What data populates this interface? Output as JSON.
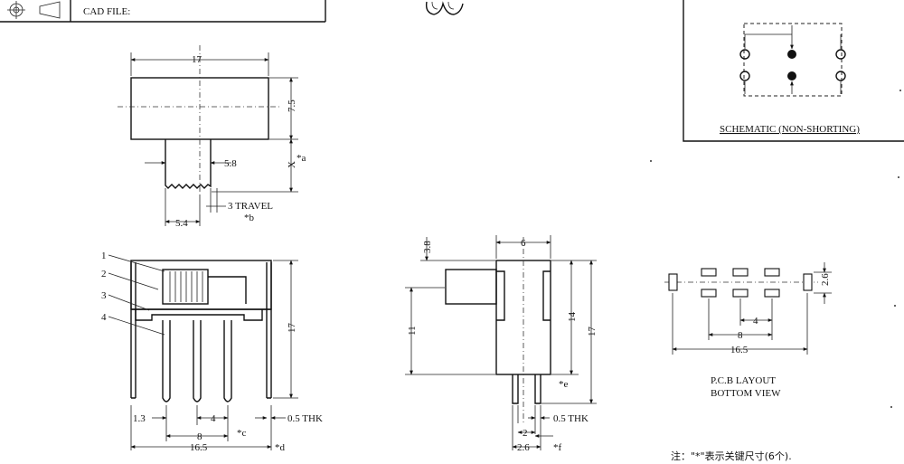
{
  "title_block": {
    "cad_file_label": "CAD FILE:"
  },
  "top_view": {
    "dim_width": "17",
    "dim_height": "7.5",
    "dim_actuator_width": "5.8",
    "dim_x": "X",
    "key_a": "*a",
    "dim_actuator_offset": "5.4",
    "travel": "3 TRAVEL",
    "key_b": "*b"
  },
  "front_view": {
    "callouts": [
      "1",
      "2",
      "3",
      "4"
    ],
    "dim_height": "17",
    "dim_left": "1.3",
    "dim_pitch_span": "8",
    "dim_pitch": "4",
    "key_c": "*c",
    "dim_thk": "0.5 THK",
    "dim_total": "16.5",
    "key_d": "*d"
  },
  "side_view": {
    "dim_top": "6",
    "dim_actuator": "3.8",
    "dim_11": "11",
    "dim_14": "14",
    "dim_17": "17",
    "key_e": "*e",
    "dim_thk": "0.5 THK",
    "dim_2": "2",
    "dim_26": "2.6",
    "key_f": "*f"
  },
  "schematic": {
    "label": "SCHEMATIC (NON-SHORTING)"
  },
  "pcb": {
    "dim_pitch": "4",
    "dim_span": "8",
    "dim_total": "16.5",
    "dim_row": "2.6",
    "label_line1": "P.C.B LAYOUT",
    "label_line2": "BOTTOM VIEW"
  },
  "note": "注：\"*\"表示关键尺寸(6个)."
}
